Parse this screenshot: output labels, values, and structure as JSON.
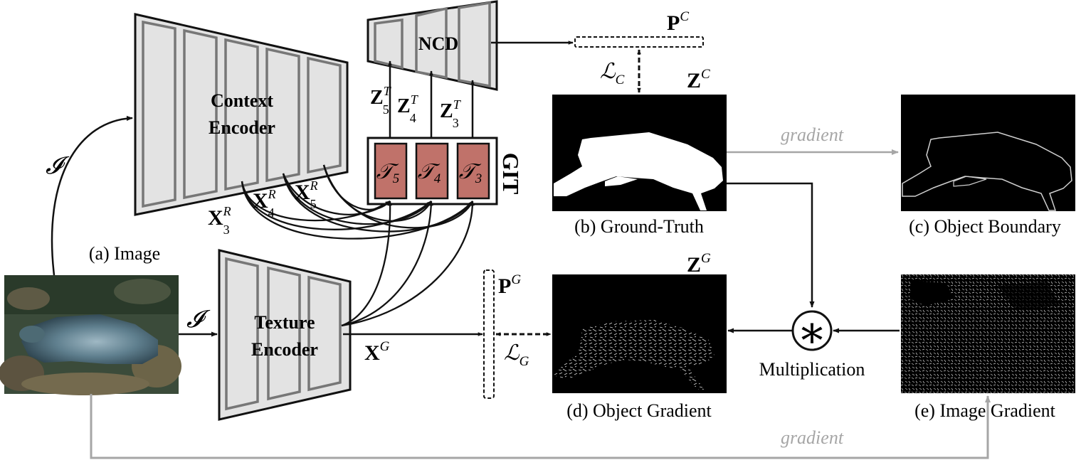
{
  "labels": {
    "image_caption": "(a) Image",
    "gt_caption": "(b) Ground-Truth",
    "boundary_caption": "(c) Object Boundary",
    "obj_grad_caption": "(d) Object Gradient",
    "img_grad_caption": "(e) Image Gradient",
    "multiplication": "Multiplication",
    "gradient_top": "gradient",
    "gradient_bottom": "gradient"
  },
  "modules": {
    "context_encoder_line1": "Context",
    "context_encoder_line2": "Encoder",
    "texture_encoder_line1": "Texture",
    "texture_encoder_line2": "Encoder",
    "ncd": "NCD",
    "git": "GIT"
  },
  "symbols": {
    "I_top": "𝓘",
    "I_mid": "𝓘",
    "X3R_base": "X",
    "X3R_sub": "3",
    "X3R_sup": "R",
    "X4R_base": "X",
    "X4R_sub": "4",
    "X4R_sup": "R",
    "X5R_base": "X",
    "X5R_sub": "5",
    "X5R_sup": "R",
    "XG_base": "X",
    "XG_sup": "G",
    "Z5T_base": "Z",
    "Z5T_sub": "5",
    "Z5T_sup": "T",
    "Z4T_base": "Z",
    "Z4T_sub": "4",
    "Z4T_sup": "T",
    "Z3T_base": "Z",
    "Z3T_sub": "3",
    "Z3T_sup": "T",
    "T5_base": "𝒯",
    "T5_sub": "5",
    "T4_base": "𝒯",
    "T4_sub": "4",
    "T3_base": "𝒯",
    "T3_sub": "3",
    "PC_base": "P",
    "PC_sup": "C",
    "PG_base": "P",
    "PG_sup": "G",
    "ZC_base": "Z",
    "ZC_sup": "C",
    "ZG_base": "Z",
    "ZG_sup": "G",
    "LC_base": "ℒ",
    "LC_sub": "C",
    "LG_base": "ℒ",
    "LG_sub": "G",
    "star": "∗"
  },
  "colors": {
    "encoder_fill": "#e3e3e3",
    "git_cell_fill": "#c0726a",
    "gradient_gray": "#a6a6a6"
  }
}
